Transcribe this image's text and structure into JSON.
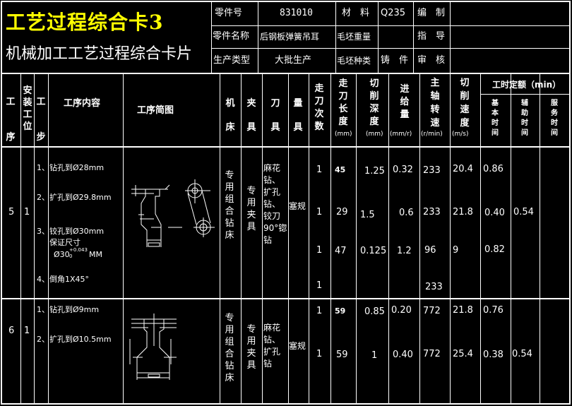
{
  "title": {
    "main": "工艺过程综合卡3",
    "sub": "机械加工工艺过程综合卡片"
  },
  "header": {
    "part_no_label": "零件号",
    "part_no": "831010",
    "material_label": "材　料",
    "material": "Q235",
    "compile_label": "编　制",
    "part_name_label": "零件名称",
    "part_name": "后钢板弹簧吊耳",
    "blank_weight_label": "毛坯重量",
    "guide_label": "指　导",
    "prod_type_label": "生产类型",
    "prod_type": "大批生产",
    "blank_type_label": "毛坯种类",
    "blank_type": "铸　件",
    "review_label": "审　核"
  },
  "columns": {
    "step_no": "工序",
    "install": "安装工位",
    "work_step": "工步",
    "content": "工序内容",
    "sketch": "工序简图",
    "machine": "机床",
    "fixture": "夹具",
    "tool": "刀具",
    "gauge": "量具",
    "passes": "走刀次数",
    "feed_length": "走刀长度",
    "feed_length_unit": "(mm)",
    "depth": "切削深度",
    "depth_unit": "(mm)",
    "feed": "进给量",
    "feed_unit": "(mm/r)",
    "speed": "主轴转速",
    "speed_unit": "(r/min)",
    "cut_speed": "切削速度",
    "cut_speed_unit": "(m/s)",
    "time_quota": "工时定额（min）",
    "basic_time": "基本时间",
    "aux_time": "辅助时间",
    "service_time": "服务时间"
  },
  "op5": {
    "no": "5",
    "install": "1",
    "steps": [
      "1、钻孔到Ø28mm",
      "2、扩孔到Ø29.8mm",
      "3、铰孔到Ø30mm",
      "4、倒角1X45°"
    ],
    "step3_note": "保证尺寸",
    "step3_dim": "Ø30",
    "step3_tol_upper": "+0.043",
    "step3_tol_lower": "0",
    "step3_unit": "MM",
    "machine": "专用组合钻床",
    "fixture": "专用夹具",
    "tool": "麻花钻、扩孔钻、铰刀90°锪钻",
    "gauge": "塞规",
    "passes": [
      "1",
      "1",
      "1",
      "1"
    ],
    "feed_length": [
      "45",
      "29",
      "47"
    ],
    "depth": [
      "1.25",
      "1.5",
      "0.125"
    ],
    "feed": [
      "0.32",
      "0.6",
      "1.2"
    ],
    "speed": [
      "233",
      "233",
      "96",
      "233"
    ],
    "cut_speed": [
      "20.4",
      "21.8",
      "9"
    ],
    "basic_time": [
      "0.86",
      "0.40",
      "0.82"
    ],
    "aux_time": "0.54"
  },
  "op6": {
    "no": "6",
    "install": "1",
    "steps": [
      "1、钻孔到Ø9mm",
      "2、扩孔到Ø10.5mm"
    ],
    "machine": "专用组合钻床",
    "fixture": "专用夹具",
    "tool": "麻花钻、扩孔钻",
    "gauge": "塞规",
    "passes": [
      "1",
      "1"
    ],
    "feed_length": [
      "59",
      "59"
    ],
    "depth": [
      "0.85",
      "1"
    ],
    "feed": [
      "0.20",
      "0.40"
    ],
    "speed": [
      "772",
      "772"
    ],
    "cut_speed": [
      "21.8",
      "25.4"
    ],
    "basic_time": [
      "0.76",
      "0.38"
    ],
    "aux_time": "0.54"
  }
}
